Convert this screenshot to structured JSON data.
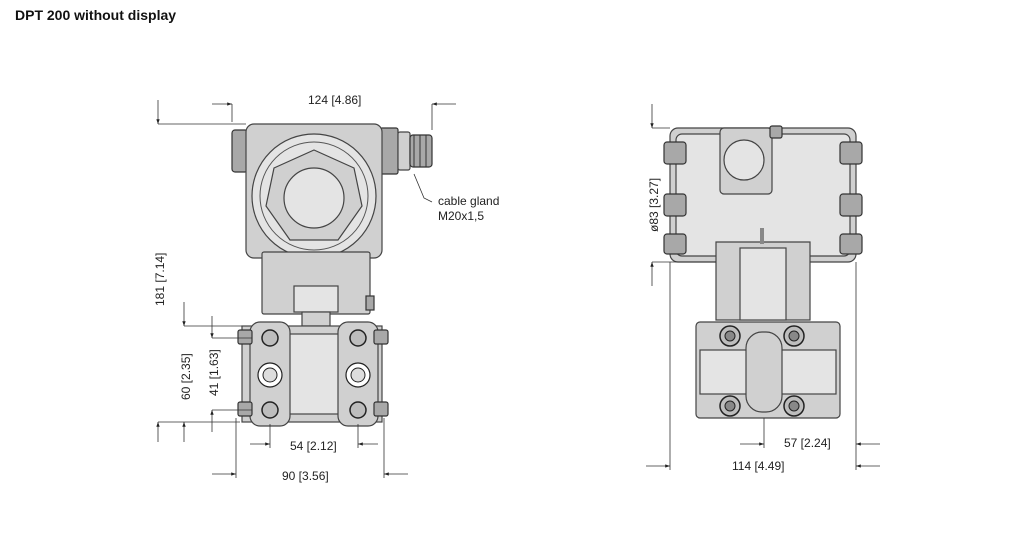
{
  "title": "DPT 200 without display",
  "front_view": {
    "dim_width_top": "124 [4.86]",
    "dim_height_total": "181 [7.14]",
    "dim_height_flange": "60 [2.35]",
    "dim_height_ports": "41 [1.63]",
    "dim_bolt_spacing": "54 [2.12]",
    "dim_flange_width": "90 [3.56]",
    "cable_gland_label": "cable gland",
    "cable_gland_spec": "M20x1,5"
  },
  "side_view": {
    "dim_diameter": "ø83 [3.27]",
    "dim_offset": "57 [2.24]",
    "dim_depth": "114 [4.49]"
  }
}
